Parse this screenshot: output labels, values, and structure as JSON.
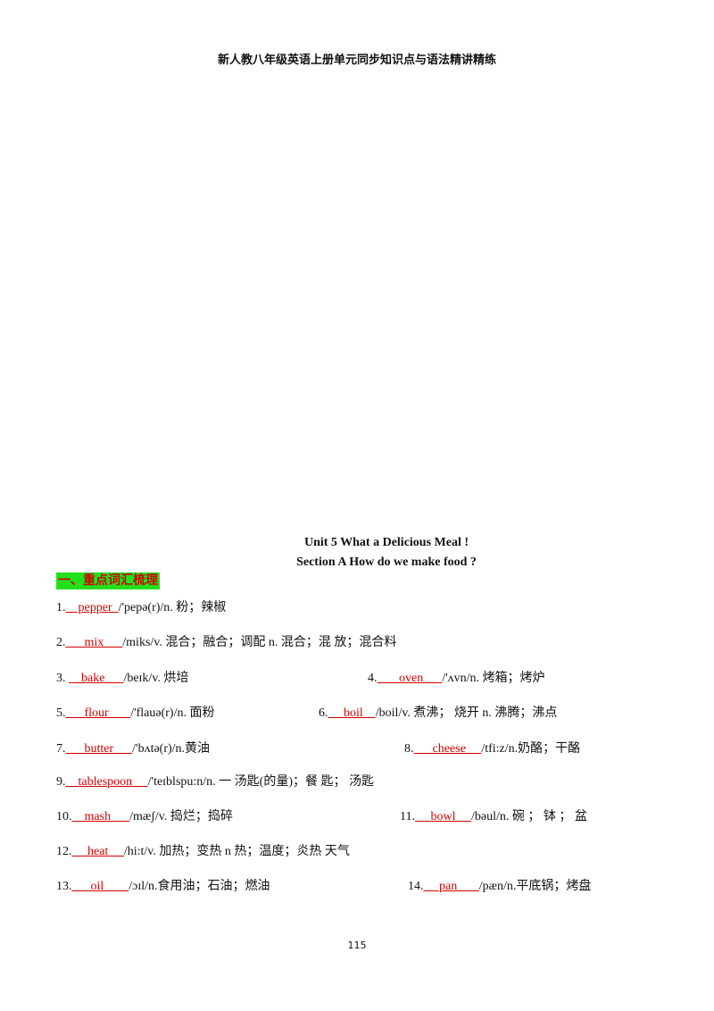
{
  "header": "新人教八年级英语上册单元同步知识点与语法精讲精练",
  "unit_title": "Unit 5 What  a  Delicious  Meal  !",
  "section_title": "Section A How  do  we  make  food ?",
  "vocab_heading": "一、重点词汇梳理",
  "entries": [
    {
      "num": "1.",
      "answer": "    pepper  ",
      "def": "/'pepə(r)/n. 粉；辣椒"
    },
    {
      "num": "2.",
      "answer": "      mix      ",
      "def": "/miks/v. 混合；融合；调配 n. 混合；混  放；混合料"
    },
    {
      "num": "3.  ",
      "answer": "    bake      ",
      "def": "/beɪk/v.   烘培"
    },
    {
      "num": "4.",
      "answer": "       oven      ",
      "def": "/'ʌvn/n. 烤箱；烤炉"
    },
    {
      "num": "5.",
      "answer": "      flour       ",
      "def": "/'flauə(r)/n. 面粉"
    },
    {
      "num": "6.",
      "answer": "     boil    ",
      "def": "/boil/v. 煮沸；   烧开 n.  沸腾；沸点"
    },
    {
      "num": "7.",
      "answer": "      butter      ",
      "def": "/'bʌtə(r)/n.黄油"
    },
    {
      "num": "8.",
      "answer": "      cheese     ",
      "def": "/tfi:z/n.奶酪；干酪"
    },
    {
      "num": "9.",
      "answer": "    tablespoon     ",
      "def": "/'teɪblspu:n/n. 一  汤匙(的量)；餐  匙；  汤匙"
    },
    {
      "num": "10.",
      "answer": "    mash      ",
      "def": "/mæʃ/v.  捣烂；捣碎"
    },
    {
      "num": "11.",
      "answer": "     bowl     ",
      "def": "/bəul/n.  碗   ；   钵   ；    盆"
    },
    {
      "num": "12.",
      "answer": "     heat     ",
      "def": "/hi:t/v.  加热；变热   n  热；温度；炎热  天气"
    },
    {
      "num": "13.",
      "answer": "      oil        ",
      "def": "/ɔɪl/n.食用油；石油；燃油"
    },
    {
      "num": "14.",
      "answer": "     pan       ",
      "def": "/pæn/n.平底锅；烤盘"
    }
  ],
  "page_number": "115"
}
